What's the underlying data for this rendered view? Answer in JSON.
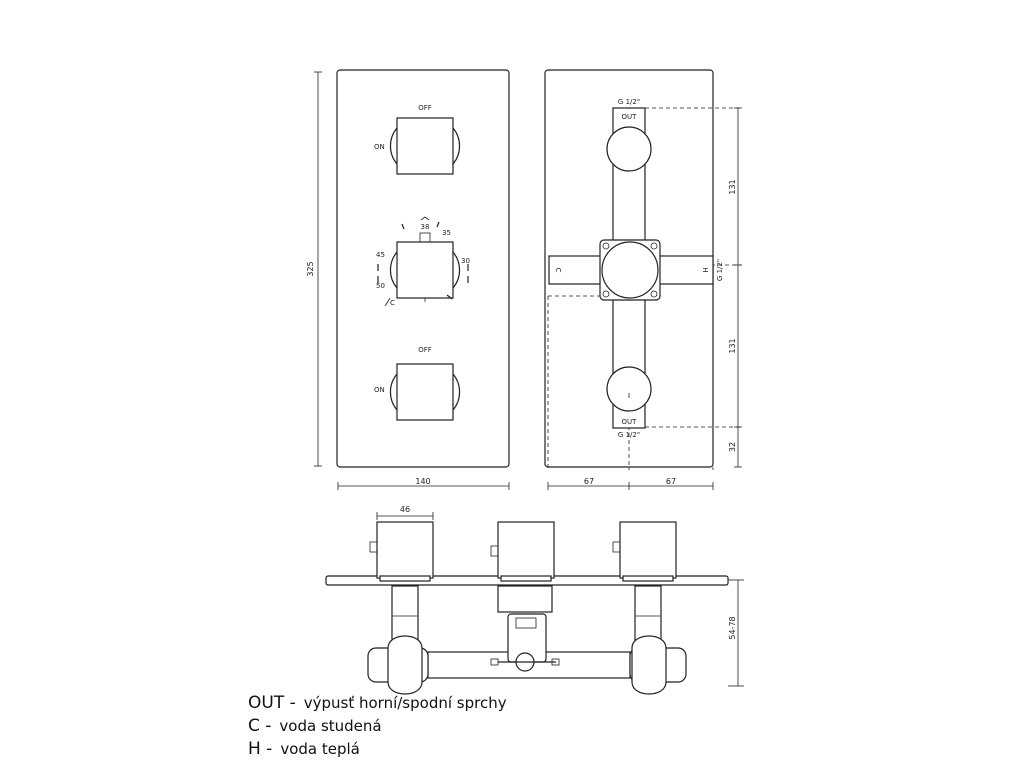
{
  "front_view": {
    "labels": {
      "off_top": "OFF",
      "on_top": "ON",
      "off_bottom": "OFF",
      "on_bottom": "ON",
      "temp_38": "38",
      "temp_35": "35",
      "temp_45": "45",
      "temp_30": "30",
      "temp_50": "50",
      "temp_c": "C"
    },
    "dimensions": {
      "height": "325",
      "width": "140"
    }
  },
  "rear_view": {
    "labels": {
      "g_top": "G 1/2\"",
      "out_top": "OUT",
      "c": "C",
      "h": "H",
      "g_right": "G 1/2\"",
      "out_bottom": "OUT",
      "g_bottom": "G 1/2\""
    },
    "dimensions": {
      "upper": "131",
      "lower": "131",
      "bottom": "32",
      "left": "67",
      "right": "67"
    }
  },
  "side_view": {
    "dimensions": {
      "handle": "46",
      "depth": "54-78"
    }
  },
  "legend": [
    {
      "key": "OUT -",
      "text": "výpusť horní/spodní sprchy"
    },
    {
      "key": "C -",
      "text": "voda studená"
    },
    {
      "key": "H -",
      "text": "voda teplá"
    }
  ]
}
